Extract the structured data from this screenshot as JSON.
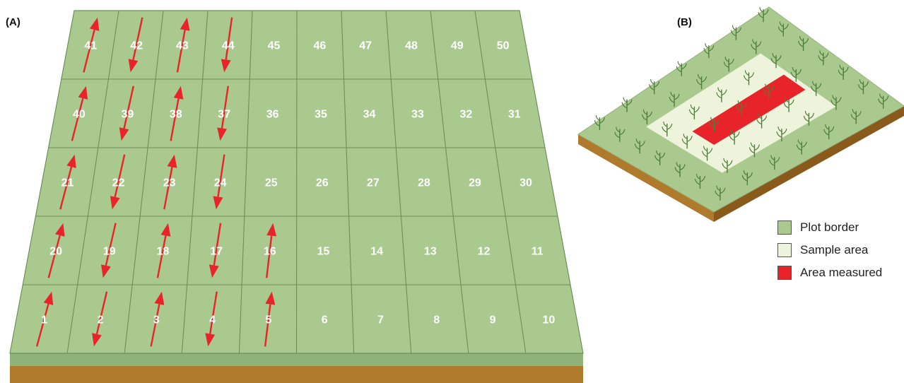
{
  "panel_a": {
    "label": "(A)",
    "rows": [
      [
        "41",
        "42",
        "43",
        "44",
        "45",
        "46",
        "47",
        "48",
        "49",
        "50"
      ],
      [
        "40",
        "39",
        "38",
        "37",
        "36",
        "35",
        "34",
        "33",
        "32",
        "31"
      ],
      [
        "21",
        "22",
        "23",
        "24",
        "25",
        "26",
        "27",
        "28",
        "29",
        "30"
      ],
      [
        "20",
        "19",
        "18",
        "17",
        "16",
        "15",
        "14",
        "13",
        "12",
        "11"
      ],
      [
        "1",
        "2",
        "3",
        "4",
        "5",
        "6",
        "7",
        "8",
        "9",
        "10"
      ]
    ],
    "arrows": [
      {
        "row": 0,
        "col": 0,
        "dir": "up"
      },
      {
        "row": 0,
        "col": 1,
        "dir": "down"
      },
      {
        "row": 0,
        "col": 2,
        "dir": "up"
      },
      {
        "row": 0,
        "col": 3,
        "dir": "down"
      },
      {
        "row": 1,
        "col": 0,
        "dir": "up"
      },
      {
        "row": 1,
        "col": 1,
        "dir": "down"
      },
      {
        "row": 1,
        "col": 2,
        "dir": "up"
      },
      {
        "row": 1,
        "col": 3,
        "dir": "down"
      },
      {
        "row": 2,
        "col": 0,
        "dir": "up"
      },
      {
        "row": 2,
        "col": 1,
        "dir": "down"
      },
      {
        "row": 2,
        "col": 2,
        "dir": "up"
      },
      {
        "row": 2,
        "col": 3,
        "dir": "down"
      },
      {
        "row": 3,
        "col": 0,
        "dir": "up"
      },
      {
        "row": 3,
        "col": 1,
        "dir": "down"
      },
      {
        "row": 3,
        "col": 2,
        "dir": "up"
      },
      {
        "row": 3,
        "col": 3,
        "dir": "down"
      },
      {
        "row": 3,
        "col": 4,
        "dir": "up"
      },
      {
        "row": 4,
        "col": 0,
        "dir": "up"
      },
      {
        "row": 4,
        "col": 1,
        "dir": "down"
      },
      {
        "row": 4,
        "col": 2,
        "dir": "up"
      },
      {
        "row": 4,
        "col": 3,
        "dir": "down"
      },
      {
        "row": 4,
        "col": 4,
        "dir": "up"
      }
    ]
  },
  "panel_b": {
    "label": "(B)",
    "legend": [
      {
        "label": "Plot border",
        "color": "#a9c98f"
      },
      {
        "label": "Sample area",
        "color": "#eef4dc"
      },
      {
        "label": "Area measured",
        "color": "#e8242a"
      }
    ]
  },
  "colors": {
    "plot_green": "#a9c98f",
    "plot_line": "#6f8f5a",
    "side_green": "#8fb27a",
    "soil": "#b07a2c",
    "soil_dark": "#8a5a1c",
    "arrow": "#e8242a",
    "sample": "#eef4dc",
    "measured": "#e8242a"
  }
}
